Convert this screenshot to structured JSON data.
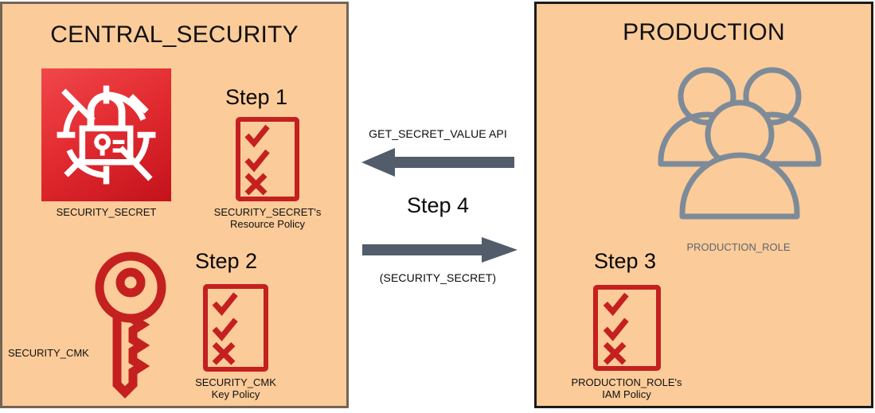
{
  "diagram": {
    "title_left": "CENTRAL_SECURITY",
    "title_right": "PRODUCTION",
    "colors": {
      "panel_background": "#fbcb99",
      "panel_border_left": "#736556",
      "panel_border_right": "#1b1b1b",
      "secret_red_light": "#f0474b",
      "secret_red_dark": "#c4121b",
      "policy_red": "#c4201f",
      "arrow_grey": "#525c6b",
      "role_grey": "#7d8b99",
      "text_black": "#0b0b0b"
    }
  },
  "left_panel": {
    "title": "CENTRAL_SECURITY",
    "secret": {
      "icon": "secrets-manager-icon",
      "caption": "SECURITY_SECRET"
    },
    "secret_policy": {
      "step": "Step 1",
      "icon": "policy-checklist-icon",
      "caption_line1": "SECURITY_SECRET's",
      "caption_line2": "Resource Policy",
      "marks": [
        "check",
        "check",
        "cross"
      ]
    },
    "cmk": {
      "icon": "kms-key-icon",
      "caption": "SECURITY_CMK"
    },
    "cmk_policy": {
      "step": "Step 2",
      "icon": "policy-checklist-icon",
      "caption_line1": "SECURITY_CMK",
      "caption_line2": "Key Policy",
      "marks": [
        "check",
        "check",
        "cross"
      ]
    }
  },
  "middle": {
    "request": {
      "label": "GET_SECRET_VALUE API",
      "direction": "left",
      "icon": "arrow-left-icon"
    },
    "step": "Step 4",
    "response": {
      "label": "(SECURITY_SECRET)",
      "direction": "right",
      "icon": "arrow-right-icon"
    }
  },
  "right_panel": {
    "title": "PRODUCTION",
    "role": {
      "icon": "iam-role-users-icon",
      "caption": "PRODUCTION_ROLE"
    },
    "role_policy": {
      "step": "Step 3",
      "icon": "policy-checklist-icon",
      "caption_line1": "PRODUCTION_ROLE's",
      "caption_line2": "IAM Policy",
      "marks": [
        "check",
        "check",
        "cross"
      ]
    }
  }
}
